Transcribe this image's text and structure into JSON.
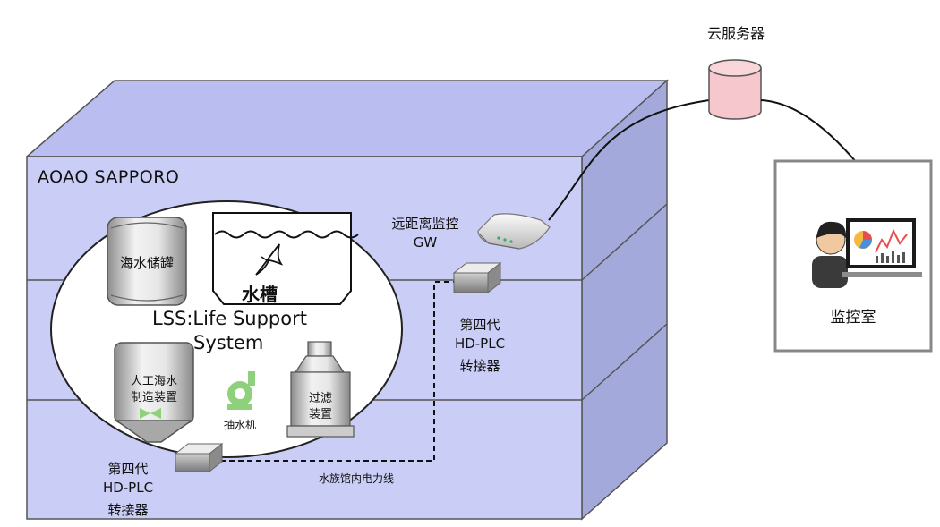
{
  "building": {
    "name": "AOAO SAPPORO"
  },
  "lss": {
    "line1": "LSS:Life Support",
    "line2": "System"
  },
  "seawater_tank": {
    "label": "海水储罐"
  },
  "aquarium": {
    "label": "水槽"
  },
  "artificial_seawater": {
    "line1": "人工海水",
    "line2": "制造装置"
  },
  "pump": {
    "label": "抽水机"
  },
  "filter": {
    "line1": "过滤",
    "line2": "装置"
  },
  "gateway": {
    "line1": "远距离监控",
    "line2": "GW"
  },
  "adapter_upper": {
    "line1": "第四代",
    "line2": "HD-PLC",
    "line3": "转接器"
  },
  "adapter_lower": {
    "line1": "第四代",
    "line2": "HD-PLC",
    "line3": "转接器"
  },
  "power_line": {
    "label": "水族馆内电力线"
  },
  "cloud": {
    "label": "云服务器"
  },
  "monitor_room": {
    "label": "监控室"
  },
  "colors": {
    "building_front": "#c9ccf4",
    "building_top": "#b7bbec",
    "building_side": "#a3a8da",
    "cloud_db": "#f6c7cc"
  }
}
